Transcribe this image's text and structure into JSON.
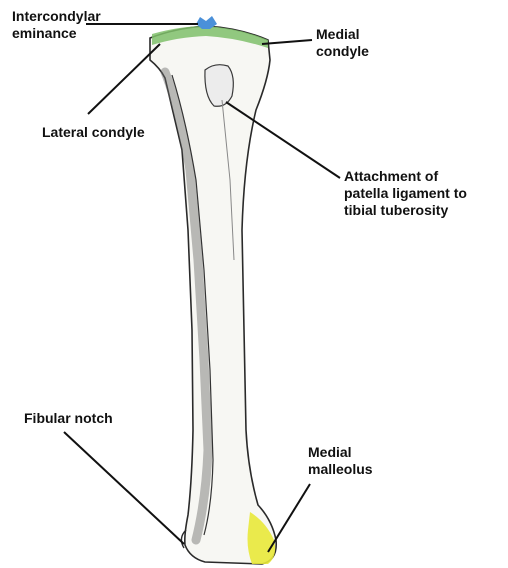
{
  "labels": {
    "intercondylar_line1": "Intercondylar",
    "intercondylar_line2": "eminance",
    "medial_condyle_line1": "Medial",
    "medial_condyle_line2": "condyle",
    "lateral_condyle": "Lateral condyle",
    "attachment_line1": "Attachment of",
    "attachment_line2": "patella ligament to",
    "attachment_line3": "tibial tuberosity",
    "fibular_notch": "Fibular notch",
    "medial_malleolus_line1": "Medial",
    "medial_malleolus_line2": "malleolus"
  },
  "colors": {
    "condyles_highlight": "#7fbf6a",
    "eminence_highlight": "#4a90d9",
    "malleolus_highlight": "#e8e83a",
    "bone_fill": "#f7f7f3",
    "bone_outline": "#2a2a2a",
    "leader_line": "#111111"
  }
}
